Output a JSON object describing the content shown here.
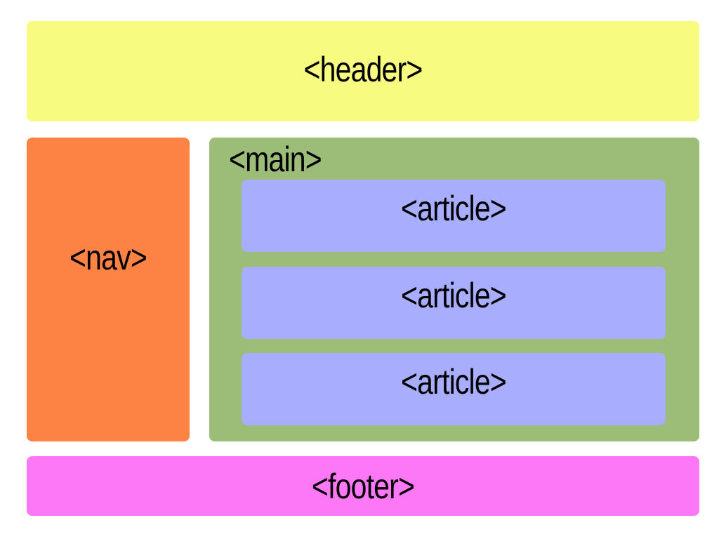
{
  "header": {
    "label": "<header>",
    "color": "#f7fb7f"
  },
  "nav": {
    "label": "<nav>",
    "color": "#fd8345"
  },
  "main": {
    "label": "<main>",
    "color": "#9bbd78",
    "articles": [
      {
        "label": "<article>"
      },
      {
        "label": "<article>"
      },
      {
        "label": "<article>"
      }
    ],
    "article_color": "#a8adfd"
  },
  "footer": {
    "label": "<footer>",
    "color": "#fd78f6"
  }
}
